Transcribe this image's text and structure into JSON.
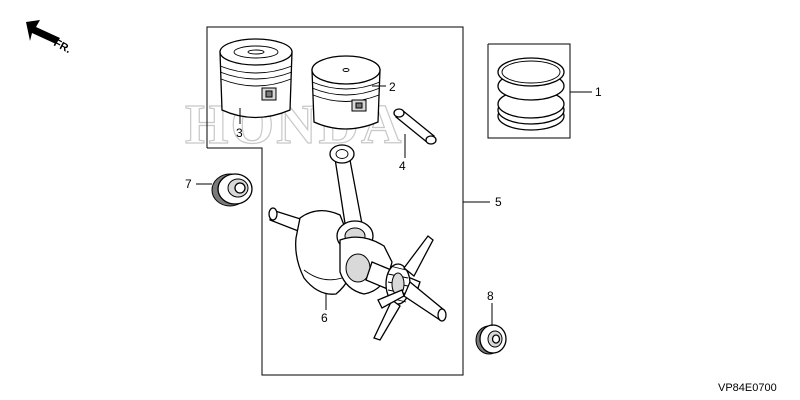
{
  "watermark": "HONDA",
  "front_indicator": {
    "text": "FR.",
    "icon": "front-arrow-icon"
  },
  "diagram_code": "VP84E0700",
  "callouts": [
    {
      "id": "1",
      "label": "1"
    },
    {
      "id": "2",
      "label": "2"
    },
    {
      "id": "3",
      "label": "3"
    },
    {
      "id": "4",
      "label": "4"
    },
    {
      "id": "5",
      "label": "5"
    },
    {
      "id": "6",
      "label": "6"
    },
    {
      "id": "7",
      "label": "7"
    },
    {
      "id": "8",
      "label": "8"
    }
  ]
}
